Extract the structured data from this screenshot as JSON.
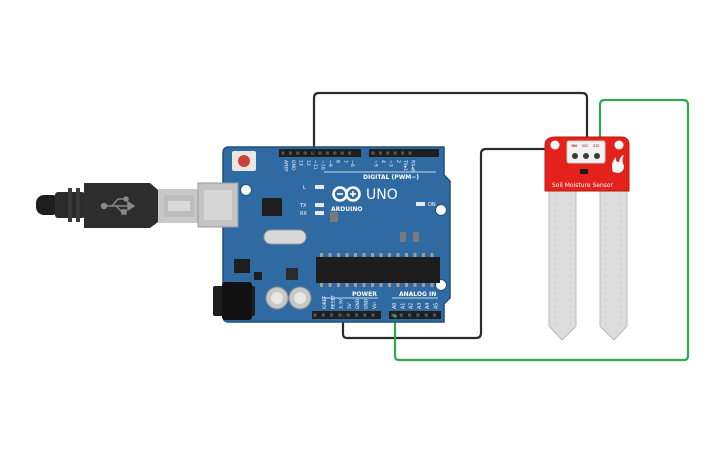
{
  "board": {
    "brand": "ARDUINO",
    "model": "UNO",
    "digital_label": "DIGITAL (PWM~)",
    "power_label": "POWER",
    "analog_label": "ANALOG IN",
    "led_l": "L",
    "led_tx": "TX",
    "led_rx": "RX",
    "led_on": "ON",
    "top_pins": [
      "AREF",
      "GND",
      "13",
      "12",
      "~11",
      "~10",
      "~9",
      "8",
      "7",
      "~6",
      "~5",
      "4",
      "~3",
      "2",
      "TX▸1",
      "RX◂0"
    ],
    "power_pins": [
      "IOREF",
      "RESET",
      "3.3V",
      "5V",
      "GND",
      "GND",
      "Vin"
    ],
    "analog_pins": [
      "A0",
      "A1",
      "A2",
      "A3",
      "A4",
      "A5"
    ]
  },
  "sensor": {
    "label": "Soil Moisture Sensor",
    "pins": [
      "GND",
      "VCC",
      "SIG"
    ]
  },
  "wires": [
    {
      "name": "gnd-wire",
      "color": "#2b2b2b"
    },
    {
      "name": "vcc-wire",
      "color": "#2b2b2b"
    },
    {
      "name": "signal-wire",
      "color": "#2fa84f"
    }
  ],
  "colors": {
    "board": "#2f6aa3",
    "board_edge": "#1f4f7e",
    "sensor": "#e3231b",
    "probe": "#dcdcdc"
  }
}
